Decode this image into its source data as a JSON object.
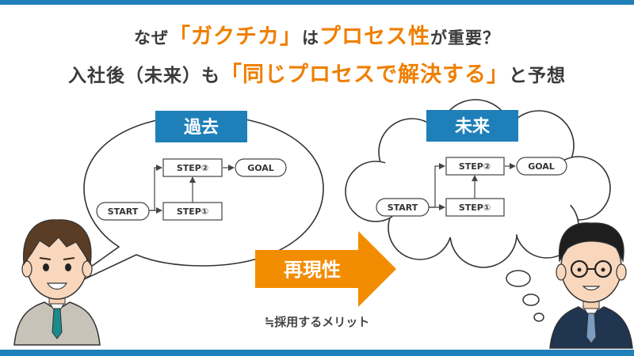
{
  "headline1": {
    "part1": "なぜ",
    "part2": "「ガクチカ」",
    "part3": "は",
    "part4": "プロセス性",
    "part5": "が重要？"
  },
  "headline2": {
    "part1": "入社後（未来）も",
    "part2": "「同じプロセスで解決する」",
    "part3": "と予想"
  },
  "past": {
    "label": "過去",
    "start": "START",
    "step1": "STEP①",
    "step2": "STEP②",
    "goal": "GOAL"
  },
  "future": {
    "label": "未来",
    "start": "START",
    "step1": "STEP①",
    "step2": "STEP②",
    "goal": "GOAL"
  },
  "arrow_label": "再現性",
  "under_text": "≒採用するメリット",
  "colors": {
    "accent_blue": "#1f7fb8",
    "accent_orange": "#ef7f00",
    "text_dark": "#3a3a3a"
  }
}
